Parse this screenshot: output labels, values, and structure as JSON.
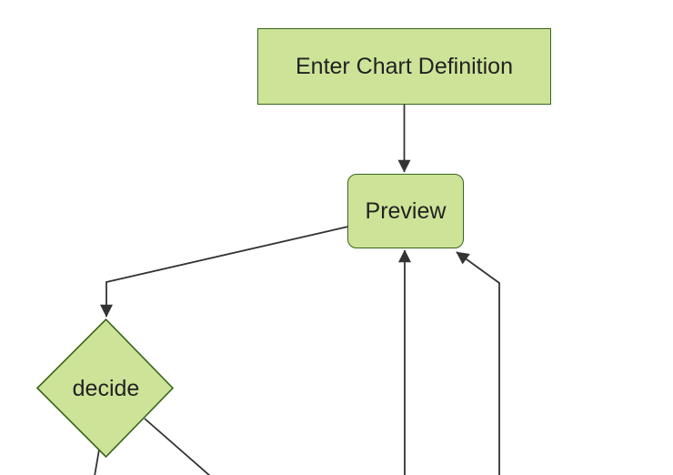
{
  "diagram": {
    "type": "flowchart",
    "direction": "top-down",
    "nodes": [
      {
        "id": "enter-chart-definition",
        "label": "Enter Chart Definition",
        "shape": "rectangle"
      },
      {
        "id": "preview",
        "label": "Preview",
        "shape": "rounded-rectangle"
      },
      {
        "id": "decide",
        "label": "decide",
        "shape": "diamond"
      }
    ],
    "edges": [
      {
        "from": "enter-chart-definition",
        "to": "preview",
        "arrow": true
      },
      {
        "from": "preview",
        "to": "decide",
        "arrow": true
      },
      {
        "from": "offscreen-bottom-center",
        "to": "preview",
        "arrow": true
      },
      {
        "from": "offscreen-bottom-right",
        "to": "preview",
        "arrow": true
      },
      {
        "from": "decide",
        "to": "offscreen-bottom-left",
        "arrow": false
      },
      {
        "from": "decide",
        "to": "offscreen-bottom-right",
        "arrow": false
      }
    ],
    "colors": {
      "node_fill": "#cde498",
      "node_border": "#37641a",
      "edge_stroke": "#333333",
      "text": "#222222",
      "background": "#ffffff"
    }
  }
}
